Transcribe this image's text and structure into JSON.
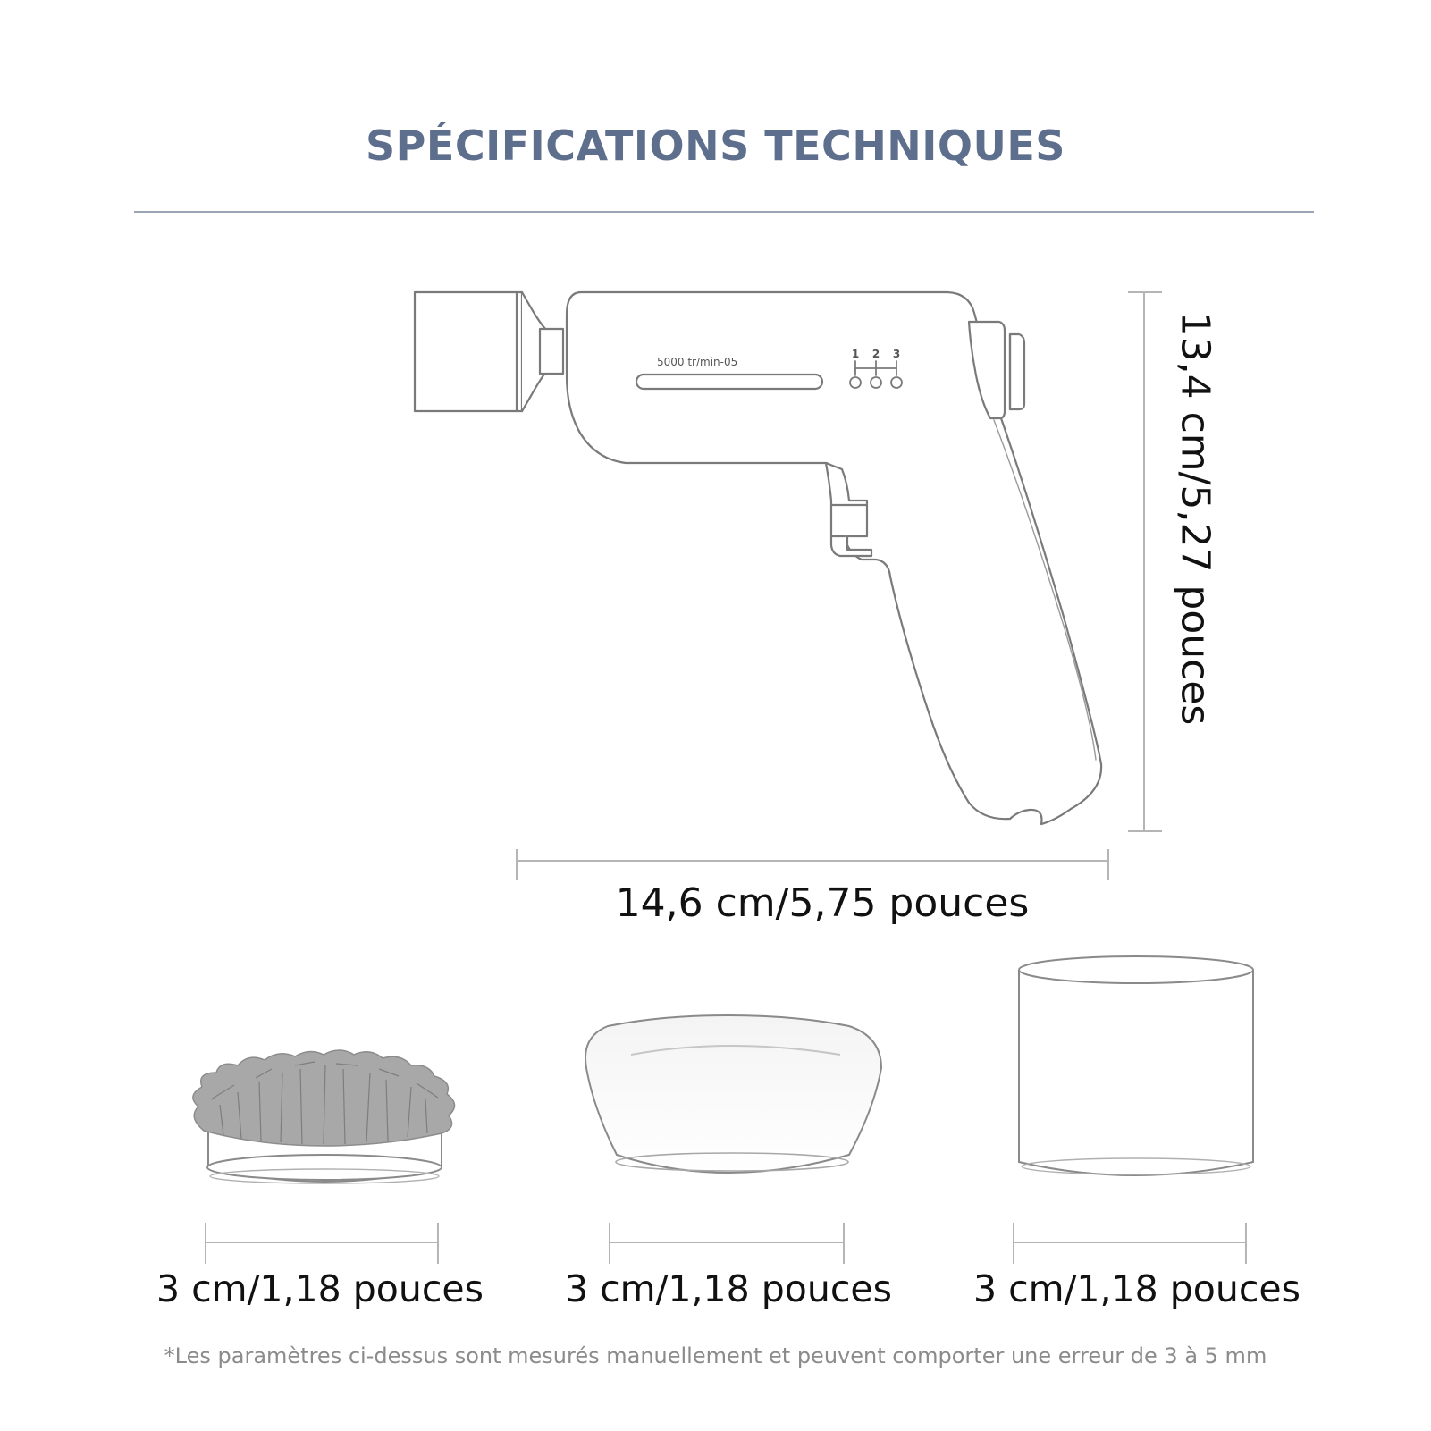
{
  "header": {
    "title": "SPÉCIFICATIONS TECHNIQUES"
  },
  "device": {
    "speed_label": "5000 tr/min-05",
    "gear_labels": [
      "1",
      "2",
      "3"
    ],
    "width_label": "14,6 cm/5,75 pouces",
    "height_label": "13,4 cm/5,27 pouces"
  },
  "heads": [
    {
      "kind": "wool-pad",
      "size_label": "3 cm/1,18 pouces"
    },
    {
      "kind": "dome-pad",
      "size_label": "3 cm/1,18 pouces"
    },
    {
      "kind": "cylinder-pad",
      "size_label": "3 cm/1,18 pouces"
    }
  ],
  "footnote": "*Les paramètres ci-dessus sont mesurés manuellement et peuvent comporter une erreur de 3 à 5 mm",
  "colors": {
    "title": "#5e6f8d",
    "outline": "#7a7a7a",
    "wool": "#a8a8a8"
  }
}
